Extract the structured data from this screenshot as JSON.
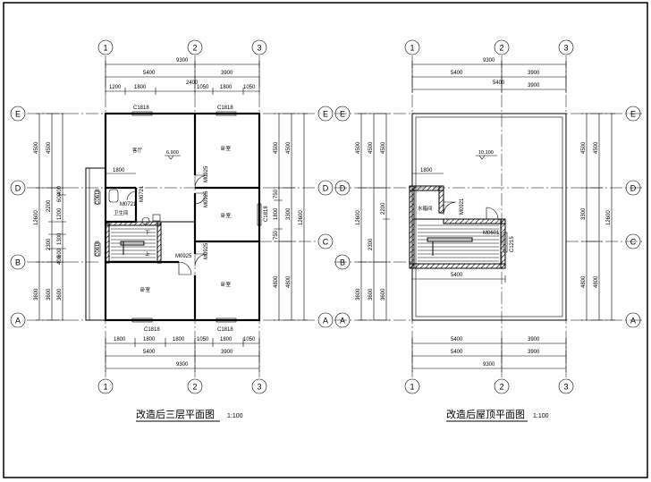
{
  "plans": {
    "left": {
      "title": "改造后三层平面图",
      "scale": "1:100",
      "elevation": "6.900",
      "dims_top_total": "9300",
      "dims_top_mid": [
        "5400",
        "3900"
      ],
      "dims_top_inner": [
        "1200",
        "1800",
        "1050",
        "1800",
        "1050"
      ],
      "dim_2400": "2400",
      "dims_bottom_inner": [
        "1800",
        "1800",
        "1800",
        "1050",
        "1800",
        "1050"
      ],
      "dims_bottom_mid": [
        "5400",
        "3900"
      ],
      "dims_bottom_total": "9300",
      "dims_left_outer": [
        "4500",
        "12600",
        "3600"
      ],
      "dims_left_inner": [
        "4500",
        "2200",
        "1200",
        "1300",
        "600",
        "2300",
        "400",
        "3600"
      ],
      "dims_left_small": [
        "400",
        "600"
      ],
      "dims_right_inner": [
        "4500",
        "750",
        "1800",
        "750",
        "4800"
      ],
      "dims_right_mid": [
        "4500",
        "3300",
        "4800"
      ],
      "dims_right_outer": "12600",
      "dim_stair_1800": "1800",
      "rooms": {
        "living": "客厅",
        "bed_ne": "卧室",
        "bed_e": "卧室",
        "bed_sw": "卧室",
        "bed_se": "卧室",
        "bath": "卫生间"
      },
      "openings": {
        "c_top_left": "C1818",
        "c_top_right": "C1818",
        "c_bottom_left": "C1818",
        "c_bottom_right": "C1818",
        "c_east": "C1818",
        "c_west_1": "C0618",
        "c_west_2": "C0618",
        "m_0925_a": "M0925",
        "m_0925_b": "M0925",
        "m_0925_c": "M0925",
        "m_0925_d": "M0925",
        "m_0721_a": "M0721",
        "m_0721_b": "M0721"
      },
      "stair_marks": [
        "下",
        "上"
      ]
    },
    "right": {
      "title": "改造后屋顶平面图",
      "scale": "1:100",
      "elevation": "10.100",
      "dims_top_total": "9300",
      "dims_top_mid": [
        "5400",
        "3900"
      ],
      "dims_top_inner": [
        "5400",
        "3900"
      ],
      "dims_bottom_mid": [
        "5400",
        "3900"
      ],
      "dims_bottom_inner": [
        "5400",
        "3900"
      ],
      "dims_bottom_total": "9300",
      "dims_left_outer": [
        "4500",
        "12600",
        "3600"
      ],
      "dims_left_inner": [
        "4500",
        "2200",
        "2300",
        "3600"
      ],
      "dims_right_inner": [
        "4500",
        "3300",
        "4800"
      ],
      "dims_right_outer": "12600",
      "dim_1800": "1800",
      "dim_5400": "5400",
      "rooms": {
        "tank": "水箱间"
      },
      "openings": {
        "m_0921": "M0921",
        "m_0601": "M0601",
        "c_1215": "C1215"
      }
    }
  },
  "grid_labels": {
    "cols": [
      "1",
      "2",
      "3"
    ],
    "rows": [
      "E",
      "D",
      "C",
      "B",
      "A"
    ]
  }
}
